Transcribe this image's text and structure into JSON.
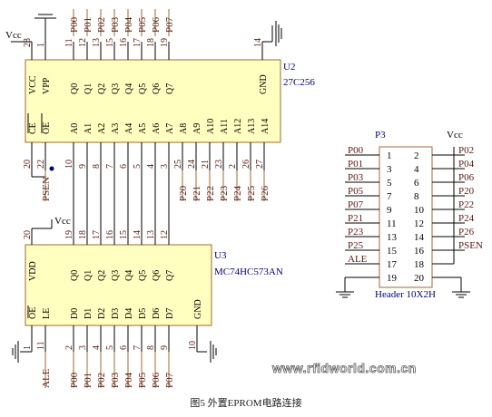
{
  "caption": "图5 外置EPROM电路连接",
  "watermark": "www.rfidworld.com.cn",
  "vcc_label": "Vcc",
  "chips": {
    "u2": {
      "designator": "U2",
      "part": "27C256",
      "top_pins": [
        {
          "num": "28",
          "name": "VCC"
        },
        {
          "num": "1",
          "name": "VPP"
        },
        {
          "num": "11",
          "name": "Q0"
        },
        {
          "num": "12",
          "name": "Q1"
        },
        {
          "num": "13",
          "name": "Q2"
        },
        {
          "num": "15",
          "name": "Q3"
        },
        {
          "num": "16",
          "name": "Q4"
        },
        {
          "num": "17",
          "name": "Q5"
        },
        {
          "num": "18",
          "name": "Q6"
        },
        {
          "num": "19",
          "name": "Q7"
        },
        {
          "num": "14",
          "name": "GND"
        }
      ],
      "bottom_pins": [
        {
          "num": "20",
          "name": "CE"
        },
        {
          "num": "22",
          "name": "OE"
        },
        {
          "num": "10",
          "name": "A0"
        },
        {
          "num": "9",
          "name": "A1"
        },
        {
          "num": "8",
          "name": "A2"
        },
        {
          "num": "7",
          "name": "A3"
        },
        {
          "num": "6",
          "name": "A4"
        },
        {
          "num": "5",
          "name": "A5"
        },
        {
          "num": "4",
          "name": "A6"
        },
        {
          "num": "3",
          "name": "A7"
        },
        {
          "num": "25",
          "name": "A8"
        },
        {
          "num": "24",
          "name": "A9"
        },
        {
          "num": "21",
          "name": "A10"
        },
        {
          "num": "23",
          "name": "A11"
        },
        {
          "num": "2",
          "name": "A12"
        },
        {
          "num": "26",
          "name": "A13"
        },
        {
          "num": "27",
          "name": "A14"
        }
      ],
      "top_nets": [
        "P00",
        "P01",
        "P02",
        "P03",
        "P04",
        "P05",
        "P06",
        "P07"
      ],
      "bottom_nets": [
        "PSEN",
        "P20",
        "P21",
        "P22",
        "P23",
        "P24",
        "P25",
        "P26"
      ]
    },
    "u3": {
      "designator": "U3",
      "part": "MC74HC573AN",
      "top_pins": [
        {
          "num": "20",
          "name": "VDD"
        },
        {
          "num": "19",
          "name": "Q0"
        },
        {
          "num": "18",
          "name": "Q1"
        },
        {
          "num": "17",
          "name": "Q2"
        },
        {
          "num": "16",
          "name": "Q3"
        },
        {
          "num": "15",
          "name": "Q4"
        },
        {
          "num": "14",
          "name": "Q5"
        },
        {
          "num": "13",
          "name": "Q6"
        },
        {
          "num": "12",
          "name": "Q7"
        }
      ],
      "bottom_pins": [
        {
          "num": "1",
          "name": "OE"
        },
        {
          "num": "11",
          "name": "LE"
        },
        {
          "num": "2",
          "name": "D0"
        },
        {
          "num": "3",
          "name": "D1"
        },
        {
          "num": "4",
          "name": "D2"
        },
        {
          "num": "5",
          "name": "D3"
        },
        {
          "num": "6",
          "name": "D4"
        },
        {
          "num": "7",
          "name": "D5"
        },
        {
          "num": "8",
          "name": "D6"
        },
        {
          "num": "9",
          "name": "D7"
        },
        {
          "num": "10",
          "name": "GND"
        }
      ],
      "bottom_nets": [
        "ALE",
        "P00",
        "P01",
        "P02",
        "P03",
        "P04",
        "P05",
        "P06",
        "P07"
      ]
    }
  },
  "header": {
    "designator": "P3",
    "part": "Header 10X2H",
    "rows": [
      {
        "left_net": "P00",
        "left_num": "1",
        "right_num": "2",
        "right_net": "P02"
      },
      {
        "left_net": "P01",
        "left_num": "3",
        "right_num": "4",
        "right_net": "P04"
      },
      {
        "left_net": "P03",
        "left_num": "5",
        "right_num": "6",
        "right_net": "P06"
      },
      {
        "left_net": "P05",
        "left_num": "7",
        "right_num": "8",
        "right_net": "P20"
      },
      {
        "left_net": "P07",
        "left_num": "9",
        "right_num": "10",
        "right_net": "P22"
      },
      {
        "left_net": "P21",
        "left_num": "11",
        "right_num": "12",
        "right_net": "P24"
      },
      {
        "left_net": "P23",
        "left_num": "13",
        "right_num": "14",
        "right_net": "P26"
      },
      {
        "left_net": "P25",
        "left_num": "15",
        "right_num": "16",
        "right_net": "PSEN"
      },
      {
        "left_net": "ALE",
        "left_num": "17",
        "right_num": "18",
        "right_net": ""
      },
      {
        "left_net": "",
        "left_num": "19",
        "right_num": "20",
        "right_net": ""
      }
    ]
  }
}
